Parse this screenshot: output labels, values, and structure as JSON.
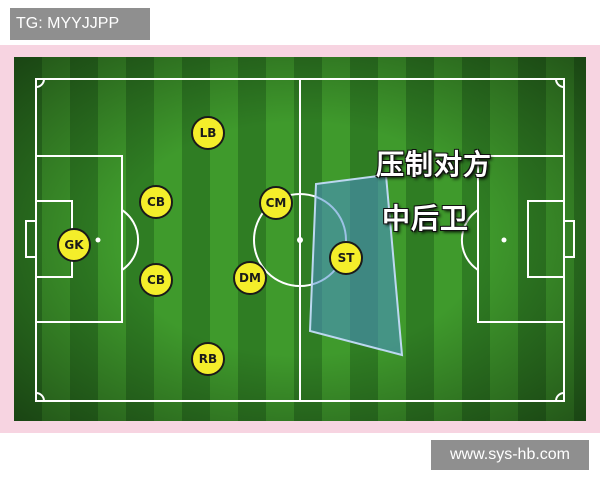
{
  "watermarks": {
    "top_left": "TG: MYYJJPP",
    "bottom_right": "www.sys-hb.com"
  },
  "caption": {
    "line1": "压制对方",
    "line2": "中后卫"
  },
  "players": {
    "gk": "GK",
    "lb": "LB",
    "cb_top": "CB",
    "cb_bottom": "CB",
    "rb": "RB",
    "cm": "CM",
    "dm": "DM",
    "st": "ST"
  },
  "colors": {
    "player_fill": "#f4ee2a",
    "highlight_zone": "#4a8fd0",
    "frame_pink": "#f7d4e1",
    "grass_dark": "#2f7d23",
    "grass_light": "#3f9a2c"
  }
}
